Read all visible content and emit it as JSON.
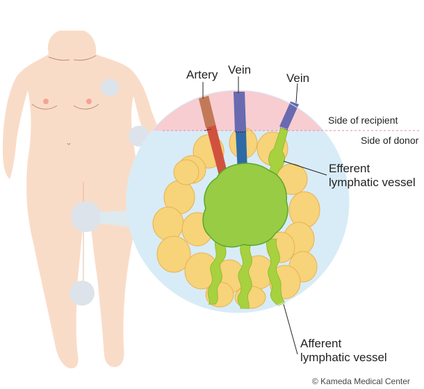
{
  "labels": {
    "artery": "Artery",
    "vein_left": "Vein",
    "vein_right": "Vein",
    "side_recipient": "Side of recipient",
    "side_donor": "Side of donor",
    "efferent_line1": "Efferent",
    "efferent_line2": "lymphatic vessel",
    "afferent_line1": "Afferent",
    "afferent_line2": "lymphatic vessel"
  },
  "credit": "© Kameda Medical Center",
  "colors": {
    "skin": "#f9dcc8",
    "recipient_zone": "#f7cdd2",
    "donor_zone": "#d8ecf7",
    "fat_lobule": "#f7d37a",
    "fat_outline": "#e7b24e",
    "lymph_node": "#97cc44",
    "lymph_vessel": "#a7d13f",
    "artery": "#d0523e",
    "vein": "#3f5ea8",
    "highlight_spot": "#dde3ea"
  }
}
